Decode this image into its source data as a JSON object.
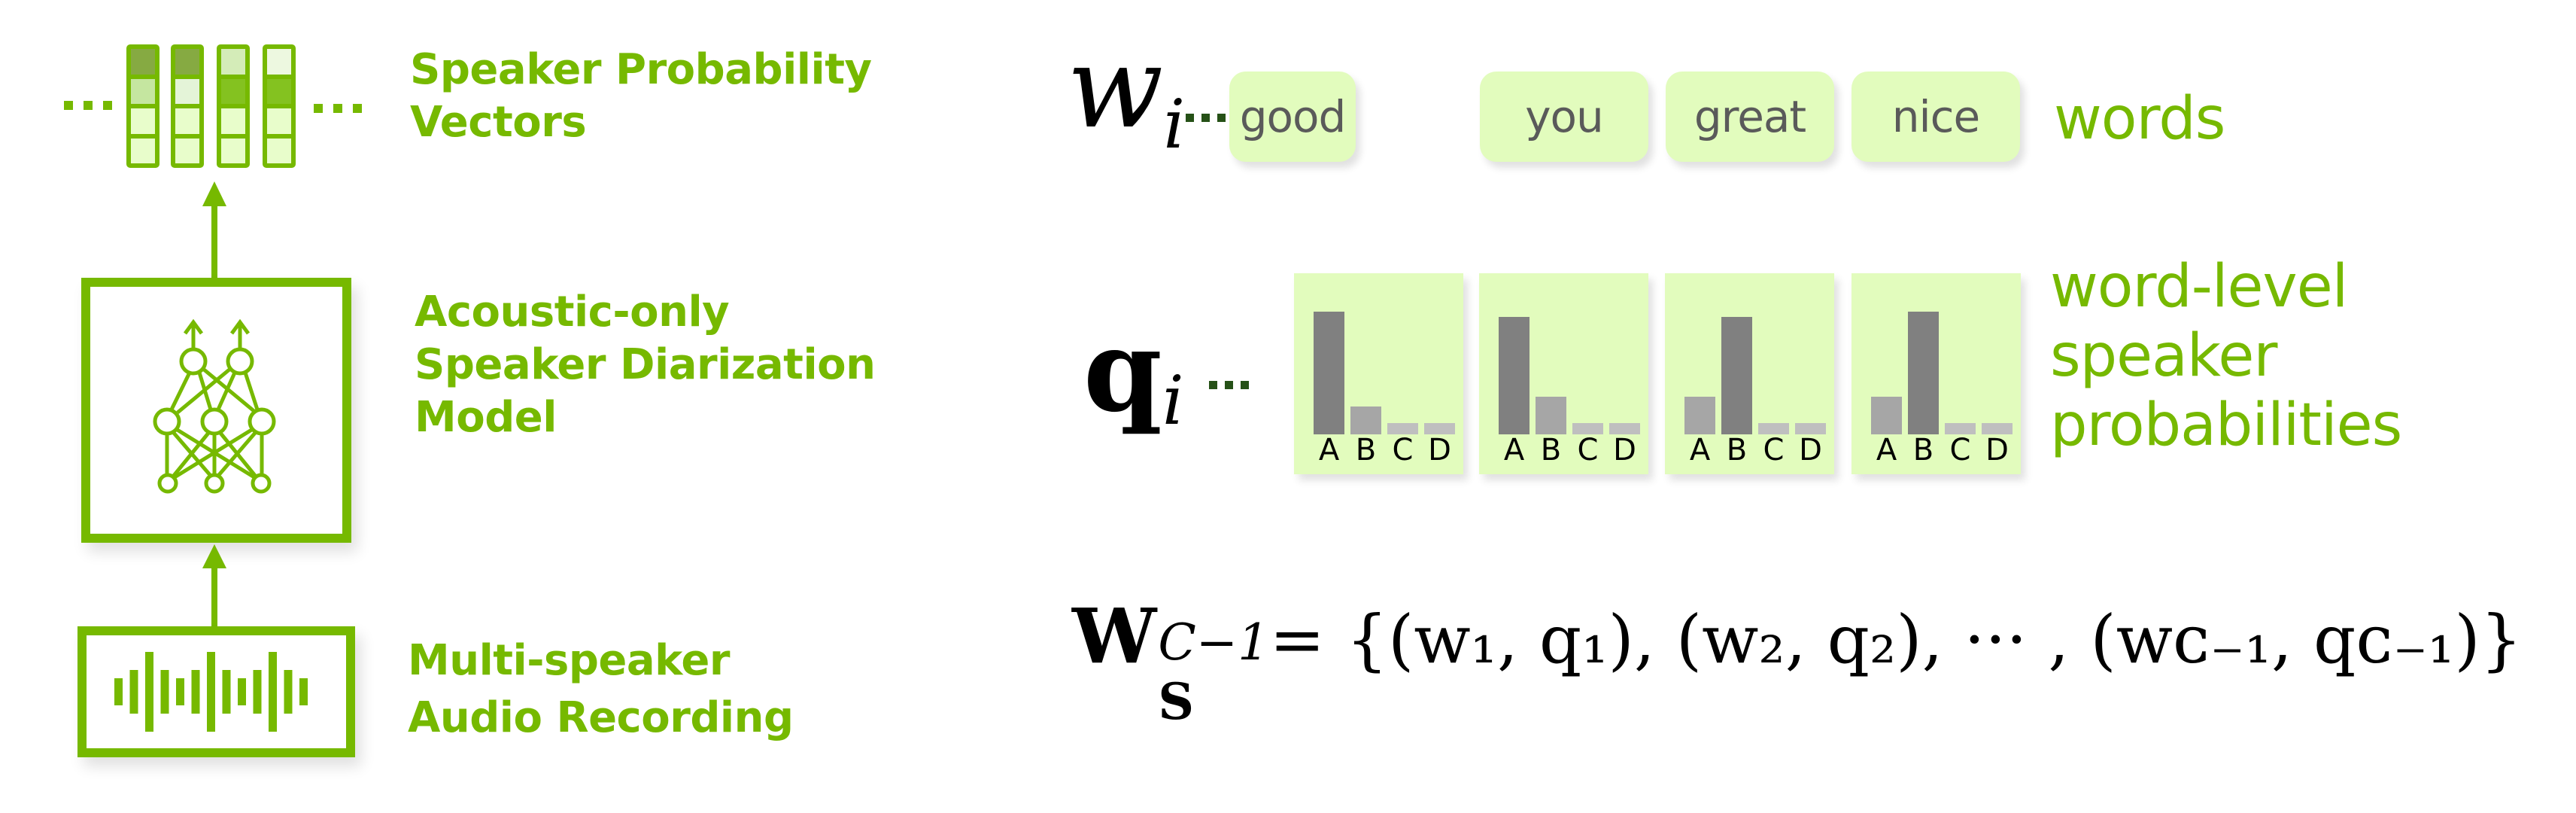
{
  "colors": {
    "brand_green": "#76b900",
    "dots_dark_green": "#265117",
    "word_box_fill": "#e2fcbd",
    "bar_dark": "#808080",
    "bar_mid": "#a6a6a6",
    "bar_light": "#bfbfbf"
  },
  "left_pipeline": {
    "speaker_probability_vectors": {
      "label_line1": "Speaker Probability",
      "label_line2": "Vectors",
      "vectors": [
        [
          "#86aa42",
          "#c5e6a0",
          "#e8fdcb",
          "#e8fdcb"
        ],
        [
          "#86aa42",
          "#e4f4d8",
          "#e8fdcb",
          "#e8fdcb"
        ],
        [
          "#d4ecb8",
          "#84c220",
          "#e8fdcb",
          "#e8fdcb"
        ],
        [
          "#edf8e0",
          "#84c220",
          "#e8fdcb",
          "#e8fdcb"
        ]
      ]
    },
    "model": {
      "label_line1": "Acoustic-only",
      "label_line2": "Speaker Diarization",
      "label_line3": "Model",
      "icon": "neural-network-icon"
    },
    "audio": {
      "label_line1": "Multi-speaker",
      "label_line2": "Audio Recording",
      "icon": "audio-waveform-icon"
    }
  },
  "words_row": {
    "symbol": "w",
    "subscript": "i",
    "words": [
      "good",
      "you",
      "great",
      "nice"
    ],
    "label": "words"
  },
  "probs_row": {
    "symbol": "q",
    "subscript": "i",
    "label_line1": "word-level",
    "label_line2": "speaker",
    "label_line3": "probabilities",
    "speakers": [
      "A",
      "B",
      "C",
      "D"
    ]
  },
  "formula": {
    "lhs_base": "W",
    "lhs_sub": "S",
    "lhs_sup": "C−1",
    "rhs": "= {(w₁, q₁), (w₂, q₂), ··· , (wᴄ₋₁, qᴄ₋₁)}"
  },
  "chart_data": {
    "type": "bar",
    "title": "word-level speaker probabilities",
    "categories": [
      "A",
      "B",
      "C",
      "D"
    ],
    "series": [
      {
        "name": "good",
        "values": [
          163,
          37,
          15,
          15
        ]
      },
      {
        "name": "you",
        "values": [
          156,
          50,
          15,
          15
        ]
      },
      {
        "name": "great",
        "values": [
          50,
          156,
          15,
          15
        ]
      },
      {
        "name": "nice",
        "values": [
          50,
          163,
          15,
          15
        ]
      }
    ],
    "xlabel": "",
    "ylabel": "",
    "grid": false
  }
}
